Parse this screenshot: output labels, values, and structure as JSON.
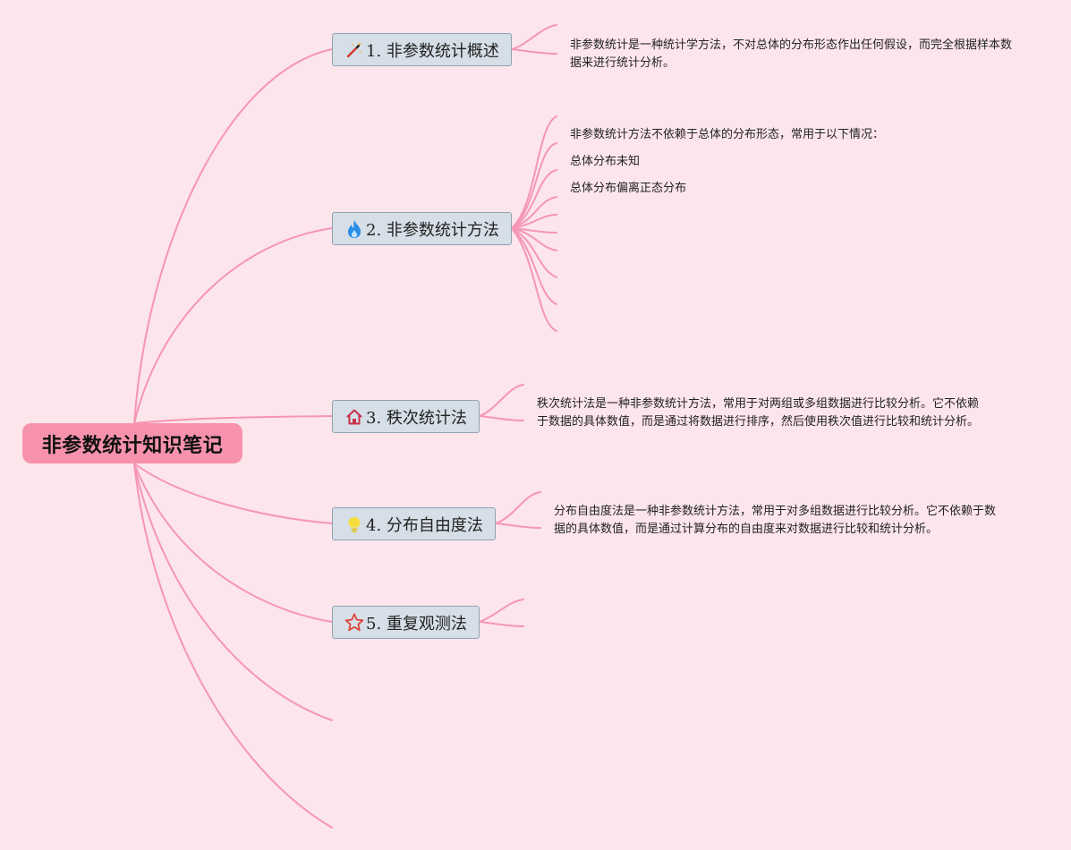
{
  "root": {
    "title": "非参数统计知识笔记"
  },
  "branches": [
    {
      "label": "1. 非参数统计概述",
      "icon": "magic-wand-icon",
      "notes": [
        "非参数统计是一种统计学方法，不对总体的分布形态作出任何假设，而完全根据样本数据来进行统计分析。"
      ]
    },
    {
      "label": "2. 非参数统计方法",
      "icon": "flame-icon",
      "notes": [
        "非参数统计方法不依赖于总体的分布形态，常用于以下情况：",
        "总体分布未知",
        "总体分布偏离正态分布"
      ]
    },
    {
      "label": "3. 秩次统计法",
      "icon": "house-icon",
      "notes": [
        "秩次统计法是一种非参数统计方法，常用于对两组或多组数据进行比较分析。它不依赖于数据的具体数值，而是通过将数据进行排序，然后使用秩次值进行比较和统计分析。"
      ]
    },
    {
      "label": "4. 分布自由度法",
      "icon": "lightbulb-icon",
      "notes": [
        "分布自由度法是一种非参数统计方法，常用于对多组数据进行比较分析。它不依赖于数据的具体数值，而是通过计算分布的自由度来对数据进行比较和统计分析。"
      ]
    },
    {
      "label": "5. 重复观测法",
      "icon": "star-icon",
      "notes": []
    }
  ],
  "colors": {
    "background": "#fde5ec",
    "root_fill": "#f692ac",
    "connector": "#f596b4",
    "topic_fill": "#d6dee7",
    "topic_border": "#8ea3b2"
  }
}
